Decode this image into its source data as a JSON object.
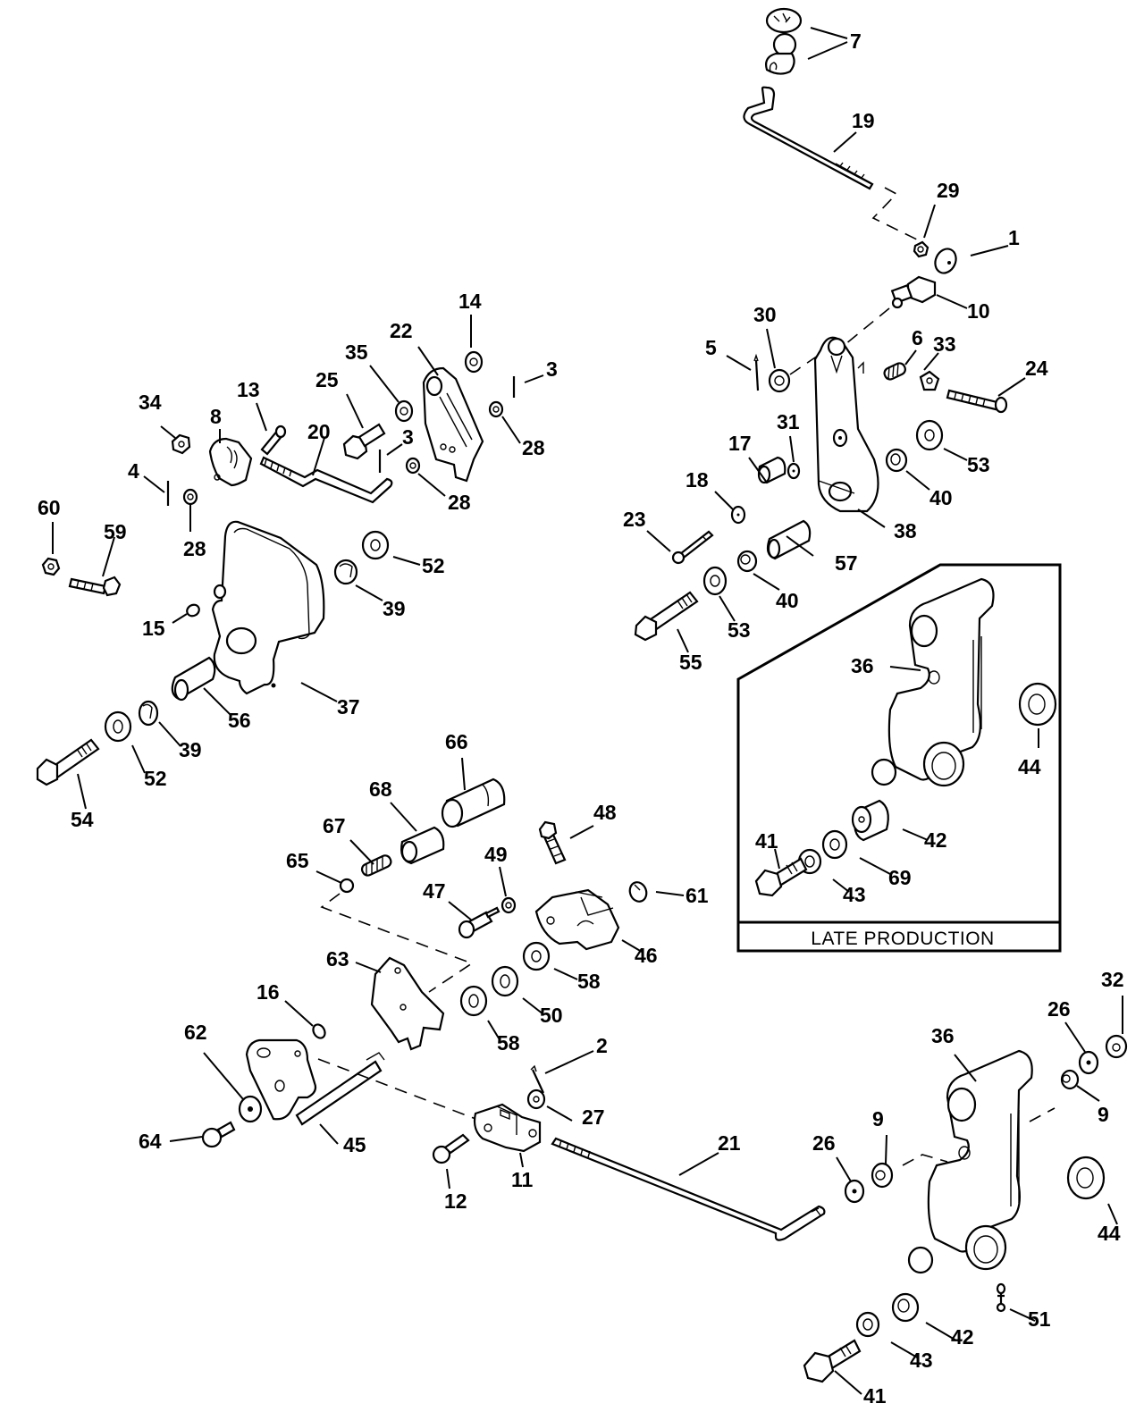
{
  "diagram": {
    "type": "exploded-parts-diagram",
    "inset": {
      "caption": "LATE PRODUCTION"
    },
    "callouts": [
      {
        "id": "c7",
        "text": "7"
      },
      {
        "id": "c19",
        "text": "19"
      },
      {
        "id": "c29",
        "text": "29"
      },
      {
        "id": "c1",
        "text": "1"
      },
      {
        "id": "c10",
        "text": "10"
      },
      {
        "id": "c30",
        "text": "30"
      },
      {
        "id": "c5",
        "text": "5"
      },
      {
        "id": "c6",
        "text": "6"
      },
      {
        "id": "c33",
        "text": "33"
      },
      {
        "id": "c24",
        "text": "24"
      },
      {
        "id": "c31",
        "text": "31"
      },
      {
        "id": "c17",
        "text": "17"
      },
      {
        "id": "c53a",
        "text": "53"
      },
      {
        "id": "c40a",
        "text": "40"
      },
      {
        "id": "c18",
        "text": "18"
      },
      {
        "id": "c38",
        "text": "38"
      },
      {
        "id": "c23",
        "text": "23"
      },
      {
        "id": "c57",
        "text": "57"
      },
      {
        "id": "c40b",
        "text": "40"
      },
      {
        "id": "c53b",
        "text": "53"
      },
      {
        "id": "c55",
        "text": "55"
      },
      {
        "id": "c14",
        "text": "14"
      },
      {
        "id": "c22",
        "text": "22"
      },
      {
        "id": "c3a",
        "text": "3"
      },
      {
        "id": "c35",
        "text": "35"
      },
      {
        "id": "c34",
        "text": "34"
      },
      {
        "id": "c8",
        "text": "8"
      },
      {
        "id": "c13",
        "text": "13"
      },
      {
        "id": "c25",
        "text": "25"
      },
      {
        "id": "c20",
        "text": "20"
      },
      {
        "id": "c3b",
        "text": "3"
      },
      {
        "id": "c28a",
        "text": "28"
      },
      {
        "id": "c28b",
        "text": "28"
      },
      {
        "id": "c4",
        "text": "4"
      },
      {
        "id": "c28c",
        "text": "28"
      },
      {
        "id": "c60",
        "text": "60"
      },
      {
        "id": "c59",
        "text": "59"
      },
      {
        "id": "c52a",
        "text": "52"
      },
      {
        "id": "c39a",
        "text": "39"
      },
      {
        "id": "c15",
        "text": "15"
      },
      {
        "id": "c37",
        "text": "37"
      },
      {
        "id": "c56",
        "text": "56"
      },
      {
        "id": "c39b",
        "text": "39"
      },
      {
        "id": "c52b",
        "text": "52"
      },
      {
        "id": "c54",
        "text": "54"
      },
      {
        "id": "c36a",
        "text": "36"
      },
      {
        "id": "c44a",
        "text": "44"
      },
      {
        "id": "c41a",
        "text": "41"
      },
      {
        "id": "c42a",
        "text": "42"
      },
      {
        "id": "c43a",
        "text": "43"
      },
      {
        "id": "c69",
        "text": "69"
      },
      {
        "id": "c66",
        "text": "66"
      },
      {
        "id": "c68",
        "text": "68"
      },
      {
        "id": "c67",
        "text": "67"
      },
      {
        "id": "c65",
        "text": "65"
      },
      {
        "id": "c48",
        "text": "48"
      },
      {
        "id": "c49",
        "text": "49"
      },
      {
        "id": "c47",
        "text": "47"
      },
      {
        "id": "c61",
        "text": "61"
      },
      {
        "id": "c46",
        "text": "46"
      },
      {
        "id": "c63",
        "text": "63"
      },
      {
        "id": "c58a",
        "text": "58"
      },
      {
        "id": "c50",
        "text": "50"
      },
      {
        "id": "c58b",
        "text": "58"
      },
      {
        "id": "c16",
        "text": "16"
      },
      {
        "id": "c62",
        "text": "62"
      },
      {
        "id": "c2",
        "text": "2"
      },
      {
        "id": "c27",
        "text": "27"
      },
      {
        "id": "c64",
        "text": "64"
      },
      {
        "id": "c45",
        "text": "45"
      },
      {
        "id": "c12",
        "text": "12"
      },
      {
        "id": "c11",
        "text": "11"
      },
      {
        "id": "c21",
        "text": "21"
      },
      {
        "id": "c36b",
        "text": "36"
      },
      {
        "id": "c26a",
        "text": "26"
      },
      {
        "id": "c32",
        "text": "32"
      },
      {
        "id": "c9a",
        "text": "9"
      },
      {
        "id": "c9b",
        "text": "9"
      },
      {
        "id": "c26b",
        "text": "26"
      },
      {
        "id": "c44b",
        "text": "44"
      },
      {
        "id": "c42b",
        "text": "42"
      },
      {
        "id": "c51",
        "text": "51"
      },
      {
        "id": "c43b",
        "text": "43"
      },
      {
        "id": "c41b",
        "text": "41"
      }
    ]
  }
}
